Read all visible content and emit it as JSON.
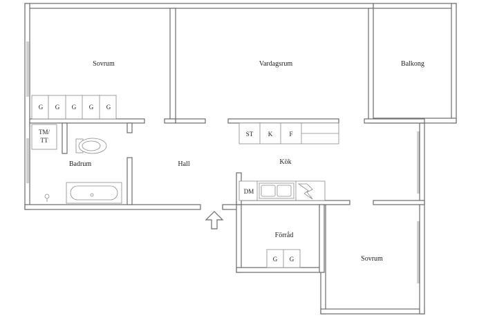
{
  "rooms": {
    "sovrum_1": "Sovrum",
    "vardagsrum": "Vardagsrum",
    "balkong": "Balkong",
    "badrum": "Badrum",
    "hall": "Hall",
    "kok": "Kök",
    "forrad": "Förråd",
    "sovrum_2": "Sovrum"
  },
  "fixtures": {
    "wardrobe": "G",
    "tm_line1": "TM/",
    "tm_line2": "TT",
    "stove": "ST",
    "fridge": "K",
    "freezer": "F",
    "dishwasher": "DM"
  },
  "colors": {
    "wall": "#6b6b6b",
    "text": "#222222",
    "background": "#ffffff"
  },
  "icons": {
    "entrance": "entrance-arrow-icon",
    "toilet": "toilet-icon",
    "bathtub": "bathtub-icon",
    "sink": "sink-icon",
    "stovetop": "stovetop-icon"
  }
}
